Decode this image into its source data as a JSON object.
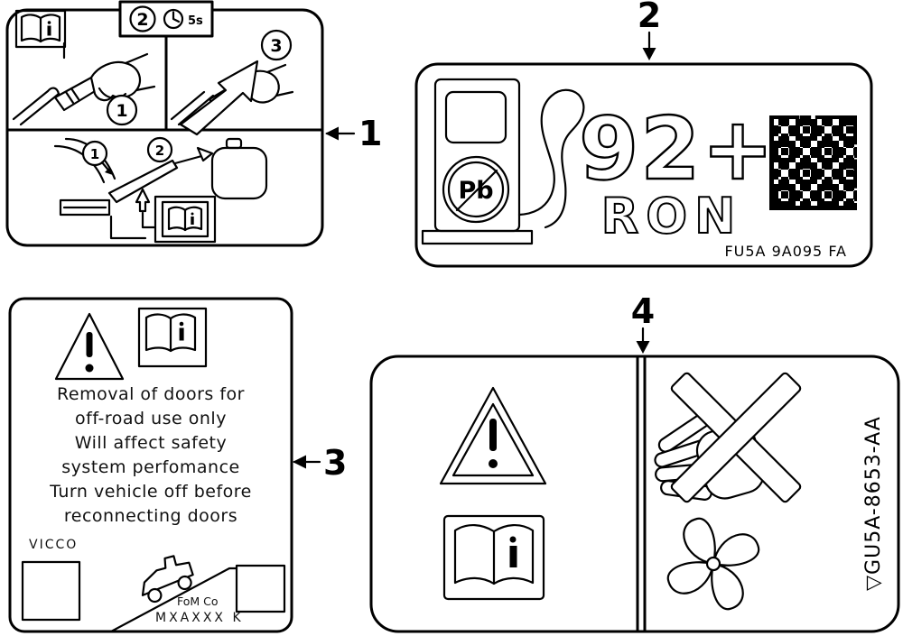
{
  "callouts": {
    "item1": "1",
    "item2": "2",
    "item3": "3",
    "item4": "4"
  },
  "label1": {
    "header": {
      "step": "2",
      "time": "5s"
    },
    "steps": {
      "insert": "1",
      "remove": "3",
      "funnel_locate": "1",
      "funnel_insert": "2"
    }
  },
  "label2": {
    "octane": "92+",
    "unit": "RON",
    "unleaded_symbol": "Pb",
    "part_number": "FU5A 9A095 FA"
  },
  "label3": {
    "lines": [
      "Removal of doors for",
      "off-road use only",
      "Will affect safety",
      "system perfomance",
      "Turn vehicle off before",
      "reconnecting doors"
    ],
    "supplier": "VICCO",
    "manufacturer": "FoM Co",
    "code": "MXAXXX K"
  },
  "label4": {
    "part_number": "▽GU5A-8653-AA"
  }
}
